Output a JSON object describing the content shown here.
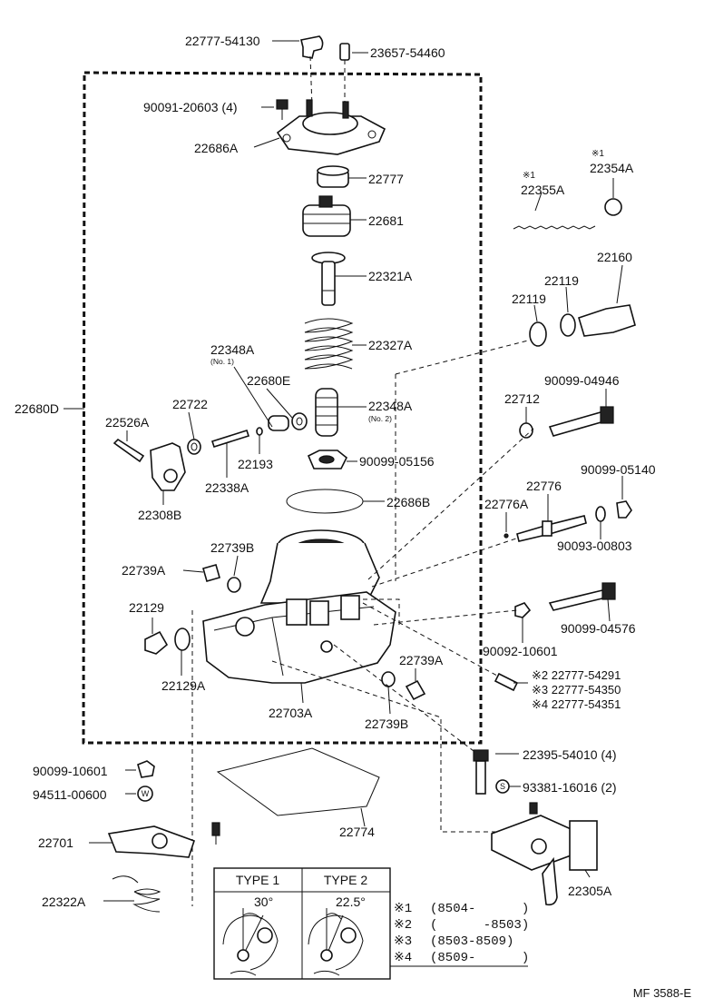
{
  "labels": {
    "p22777_54130": "22777-54130",
    "p23657_54460": "23657-54460",
    "p90091_20603": "90091-20603 (4)",
    "p22686A": "22686A",
    "p22777": "22777",
    "p22681": "22681",
    "p22321A": "22321A",
    "p22327A": "22327A",
    "p22348A_1": "22348A",
    "p22348A_1_note": "(No. 1)",
    "p22680E": "22680E",
    "p22348A_2": "22348A",
    "p22348A_2_note": "(No. 2)",
    "p22680D": "22680D",
    "p22526A": "22526A",
    "p22722": "22722",
    "p22193": "22193",
    "p22338A": "22338A",
    "p22308B": "22308B",
    "p90099_05156": "90099-05156",
    "p22686B": "22686B",
    "p22739B_top": "22739B",
    "p22739A_left": "22739A",
    "p22129": "22129",
    "p22129A": "22129A",
    "p22703A": "22703A",
    "p22739A_right": "22739A",
    "p22739B_bottom": "22739B",
    "p22354A_mark": "※1",
    "p22354A": "22354A",
    "p22355A_mark": "※1",
    "p22355A": "22355A",
    "p22160": "22160",
    "p22119_a": "22119",
    "p22119_b": "22119",
    "p90099_04946": "90099-04946",
    "p22712": "22712",
    "p22776": "22776",
    "p90099_05140": "90099-05140",
    "p22776A": "22776A",
    "p90093_00803": "90093-00803",
    "p90099_04576": "90099-04576",
    "p90092_10601": "90092-10601",
    "p22777_54291": "※2 22777-54291",
    "p22777_54350": "※3 22777-54350",
    "p22777_54351": "※4 22777-54351",
    "p22395_54010": "22395-54010 (4)",
    "p93381_16016": "93381-16016 (2)",
    "p90099_10601": "90099-10601",
    "p94511_00600": "94511-00600",
    "p22701": "22701",
    "p22774": "22774",
    "p22322A": "22322A",
    "p22305A": "22305A"
  },
  "type_box": {
    "type1_title": "TYPE 1",
    "type1_angle": "30°",
    "type2_title": "TYPE 2",
    "type2_angle": "22.5°"
  },
  "legend": [
    {
      "mark": "※1",
      "range": "(8504-      )"
    },
    {
      "mark": "※2",
      "range": "(      -8503)"
    },
    {
      "mark": "※3",
      "range": "(8503-8509)"
    },
    {
      "mark": "※4",
      "range": "(8509-      )"
    }
  ],
  "badges": {
    "s_mark": "S",
    "w_mark": "W"
  },
  "figure_code": "MF 3588-E"
}
